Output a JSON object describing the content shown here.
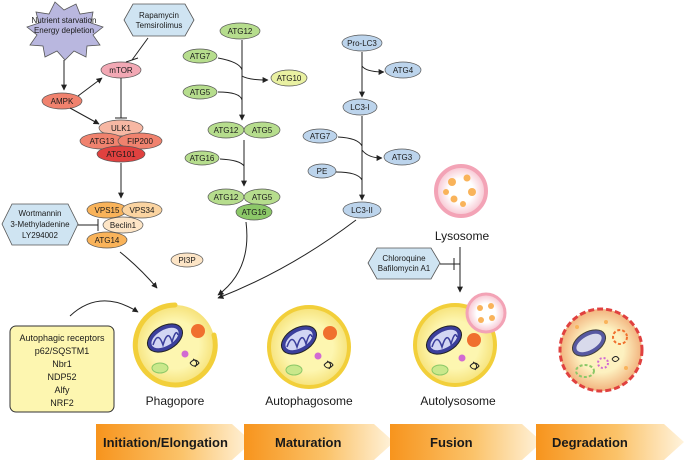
{
  "regulators": {
    "starvation": [
      "Nutrient starvation",
      "Energy depletion"
    ],
    "rapamycin": [
      "Rapamycin",
      "Temsirolimus"
    ],
    "wortmannin": [
      "Wortmannin",
      "3-Methyladenine",
      "LY294002"
    ],
    "chloroquine": [
      "Chloroquine",
      "Bafilomycin A1"
    ]
  },
  "proteins": {
    "mtor": "mTOR",
    "ampk": "AMPK",
    "ulk1": "ULK1",
    "atg13": "ATG13",
    "fip200": "FIP200",
    "atg101": "ATG101",
    "vps15": "VPS15",
    "vps34": "VPS34",
    "beclin1": "Beclin1",
    "atg14": "ATG14",
    "pi3p": "PI3P",
    "atg12": "ATG12",
    "atg7": "ATG7",
    "atg10": "ATG10",
    "atg5": "ATG5",
    "atg16": "ATG16",
    "pro_lc3": "Pro-LC3",
    "atg4": "ATG4",
    "lc3_i": "LC3-I",
    "atg3": "ATG3",
    "pe": "PE",
    "lc3_ii": "LC3-II"
  },
  "receptors": [
    "Autophagic receptors",
    "p62/SQSTM1",
    "Nbr1",
    "NDP52",
    "Alfy",
    "NRF2"
  ],
  "organelles": {
    "lysosome": "Lysosome",
    "phagopore": "Phagopore",
    "autophagosome": "Autophagosome",
    "autolysosome": "Autolysosome"
  },
  "stages": [
    "Initiation/Elongation",
    "Maturation",
    "Fusion",
    "Degradation"
  ],
  "colors": {
    "pink": "#f2a8b4",
    "salmon": "#f0826e",
    "red": "#e0413f",
    "orange": "#f9b35a",
    "green": "#b6dd8d",
    "blue": "#bcd4ec",
    "hexagon": "#cfe4f2",
    "starburst": "#b9b7df",
    "cell": "#fdf6b0",
    "cell_border": "#f2cf3a",
    "stage_arrow": "#f8a21d"
  }
}
